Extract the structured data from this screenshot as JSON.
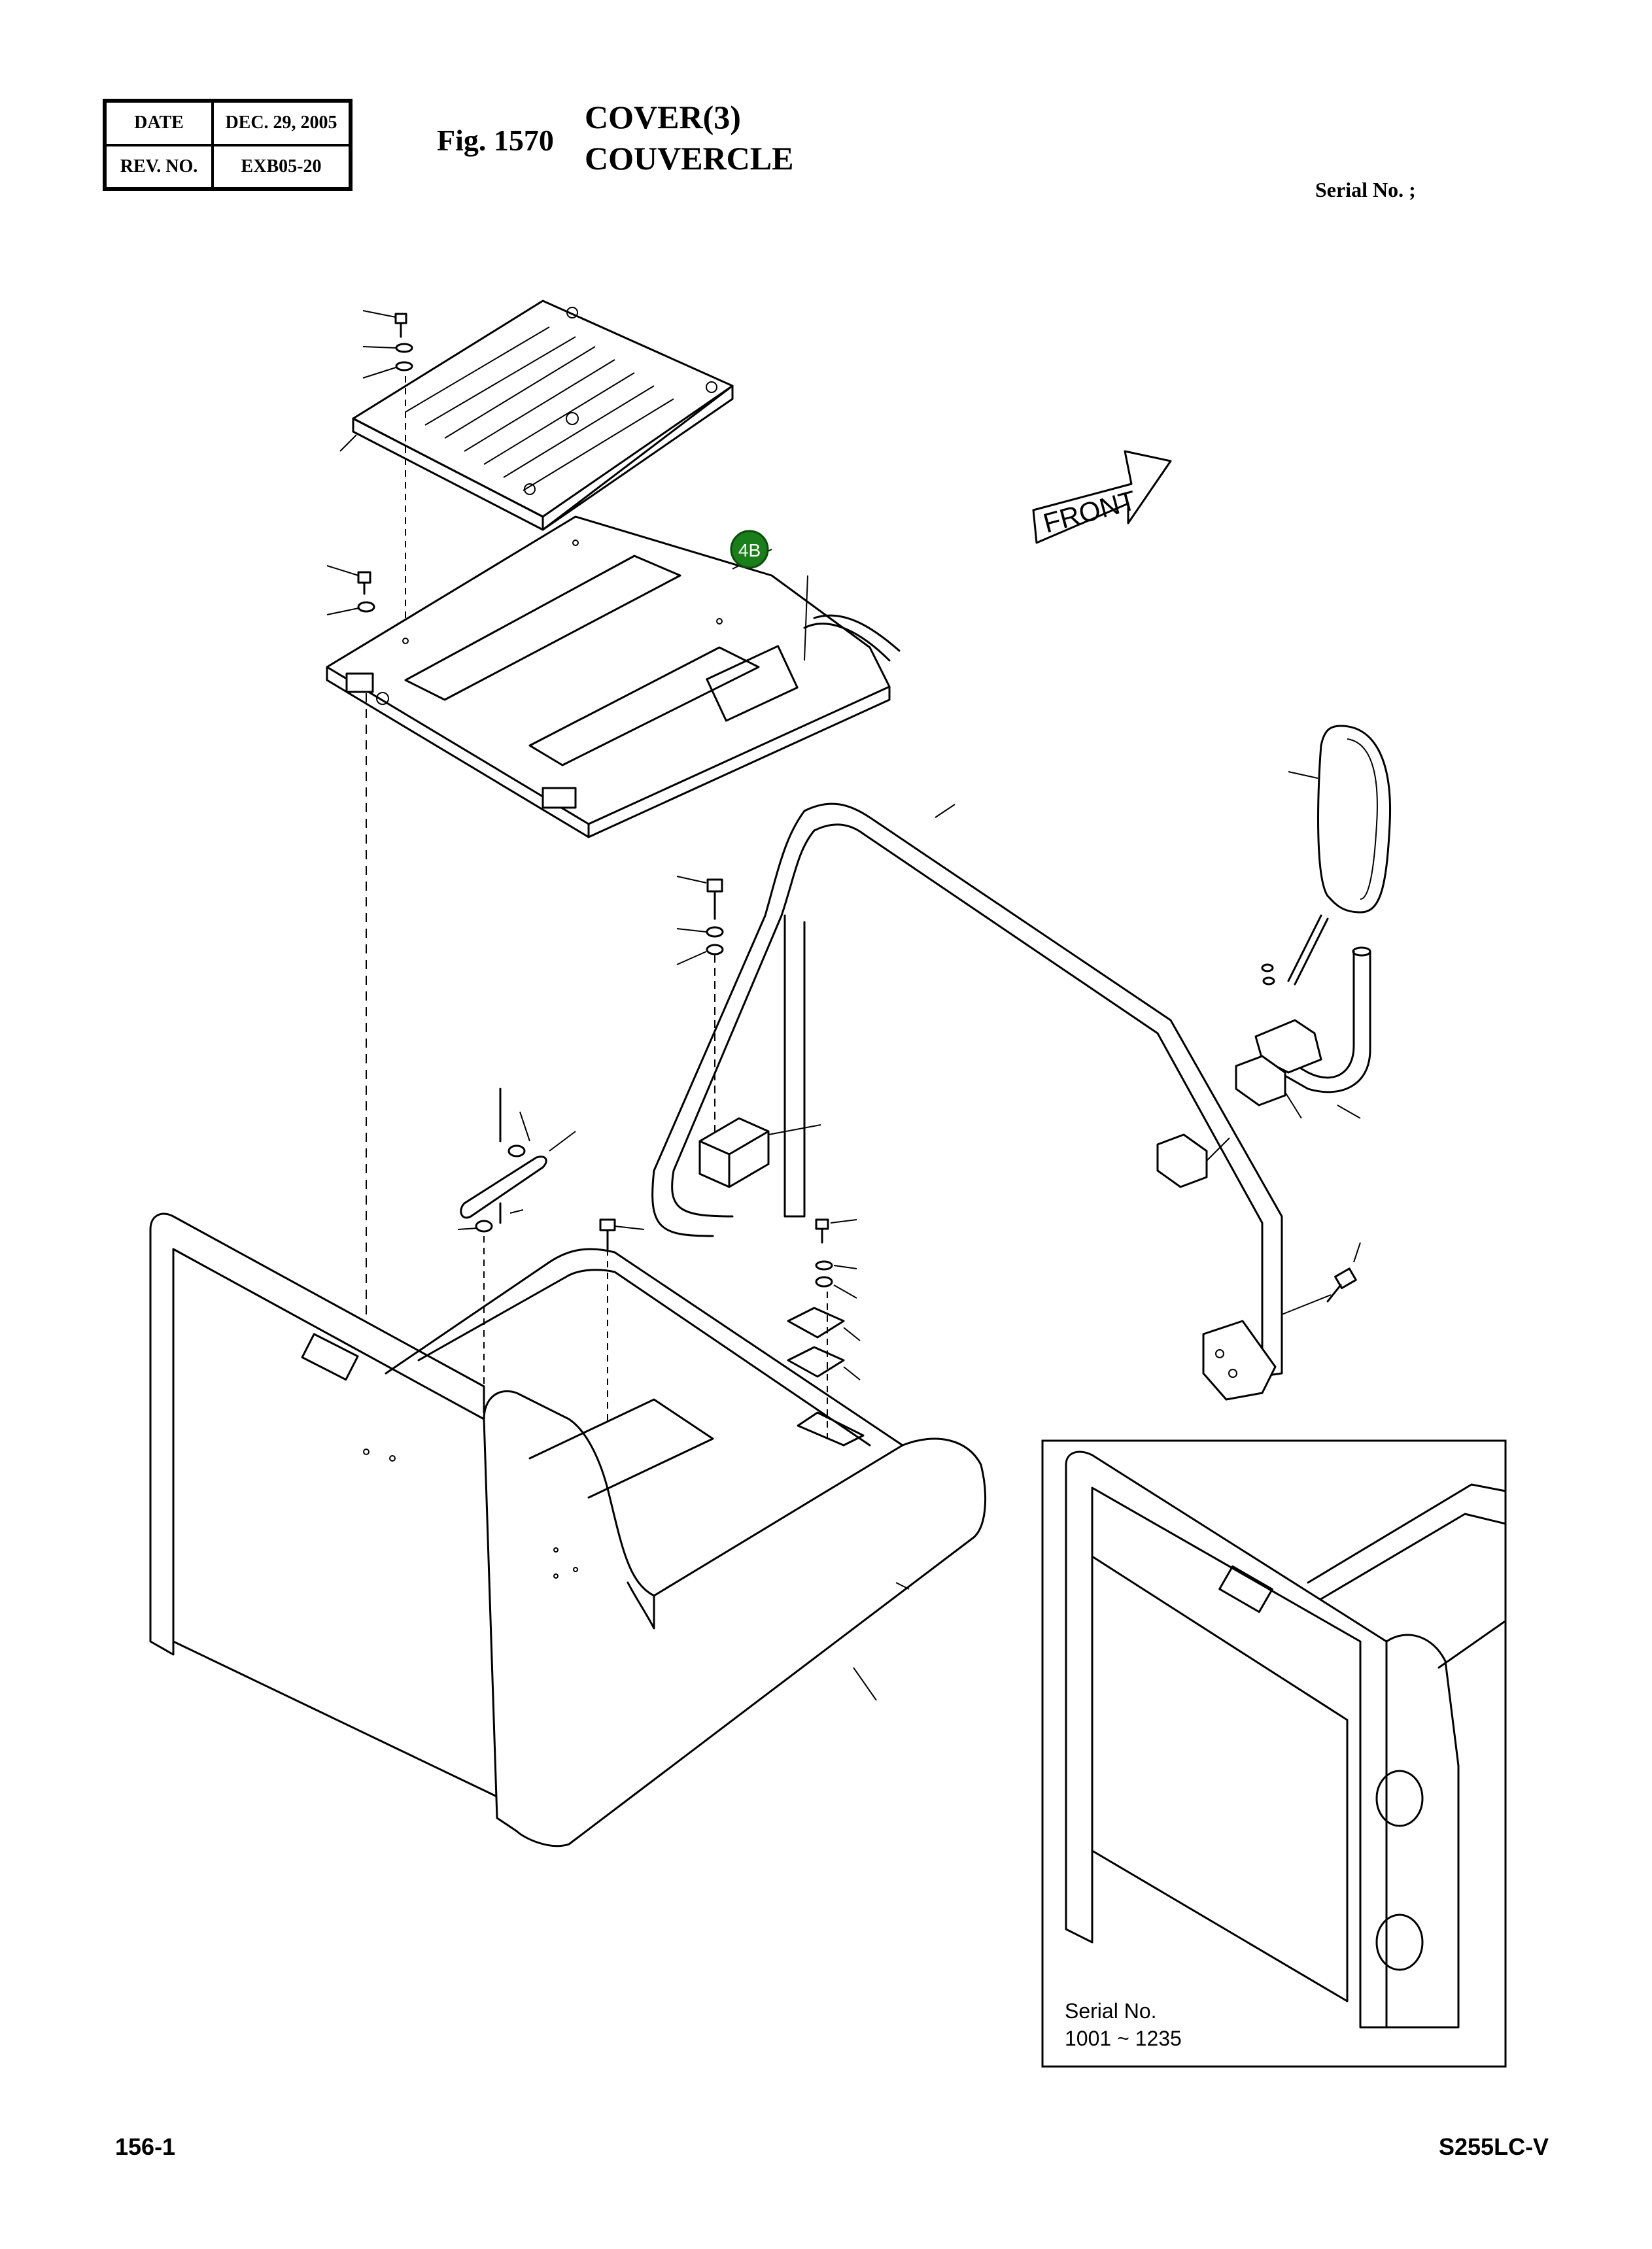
{
  "header": {
    "date_label": "DATE",
    "date_value": "DEC. 29, 2005",
    "rev_label": "REV. NO.",
    "rev_value": "EXB05-20"
  },
  "figure": {
    "fig_label": "Fig. 1570",
    "title_en": "COVER(3)",
    "title_fr": "COUVERCLE",
    "serial_label": "Serial No. ;"
  },
  "diagram": {
    "front_arrow_label": "FRONT",
    "callout_badge": "4B",
    "callout_color": "#1a7f1a",
    "inset_serial_label": "Serial No.",
    "inset_serial_range": "1001 ~ 1235"
  },
  "footer": {
    "page_number": "156-1",
    "model": "S255LC-V"
  }
}
